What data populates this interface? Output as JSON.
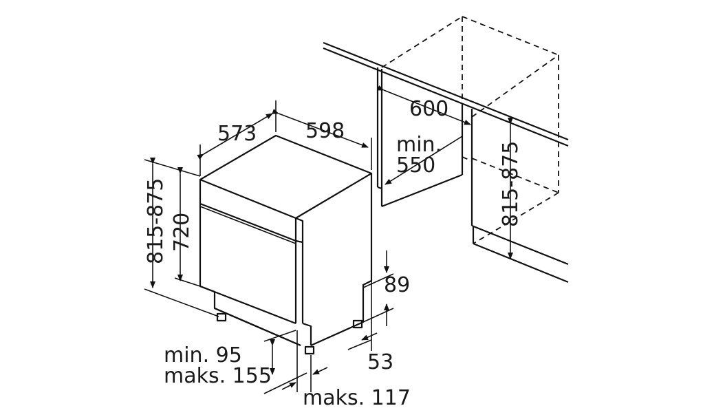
{
  "labels": {
    "width_573": "573",
    "width_598": "598",
    "cabinet_600": "600",
    "min_label": "min.",
    "min_550": "550",
    "height_815_875_left": "815-875",
    "height_720": "720",
    "height_815_875_right": "815-875",
    "plinth_89": "89",
    "plinth_53": "53",
    "foot_min": "min. 95",
    "foot_max": "maks. 155",
    "depth_max_117": "maks. 117"
  }
}
